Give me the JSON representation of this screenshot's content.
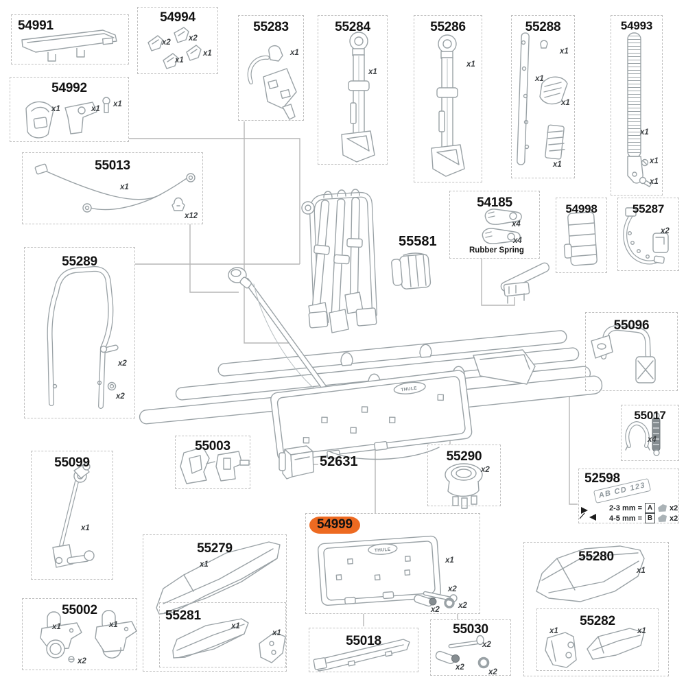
{
  "highlight_color": "#ed6a21",
  "logos": {
    "assembly_plate": "THULE",
    "part_plate": "THULE"
  },
  "floating": {
    "p52631": "52631",
    "p55581": "55581"
  },
  "boxes": [
    {
      "label": "54991",
      "qty": []
    },
    {
      "label": "54994",
      "qty": [
        "x2",
        "x2",
        "x1",
        "x1"
      ]
    },
    {
      "label": "54992",
      "qty": [
        "x1",
        "x1",
        "x1"
      ]
    },
    {
      "label": "55283",
      "qty": [
        "x1"
      ]
    },
    {
      "label": "55284",
      "qty": [
        "x1"
      ]
    },
    {
      "label": "55286",
      "qty": [
        "x1"
      ]
    },
    {
      "label": "55288",
      "qty": [
        "x1",
        "x1",
        "x1",
        "x1"
      ]
    },
    {
      "label": "54993",
      "qty": [
        "x1",
        "x1",
        "x1"
      ]
    },
    {
      "label": "55013",
      "qty": [
        "x1",
        "x12"
      ]
    },
    {
      "label": "55289",
      "qty": [
        "x2",
        "x2"
      ]
    },
    {
      "label": "54185",
      "qty": [
        "x4",
        "x4"
      ],
      "note": "Rubber Spring"
    },
    {
      "label": "54998",
      "qty": []
    },
    {
      "label": "55287",
      "qty": [
        "x2"
      ]
    },
    {
      "label": "55096",
      "qty": []
    },
    {
      "label": "55017",
      "qty": [
        "x4"
      ]
    },
    {
      "label": "52598",
      "qty": [],
      "plate_text": "AB CD 123",
      "rows": [
        {
          "range": "2-3 mm =",
          "letter": "A",
          "qty": "x2"
        },
        {
          "range": "4-5 mm =",
          "letter": "B",
          "qty": "x2"
        }
      ]
    },
    {
      "label": "55290",
      "qty": [
        "x2"
      ]
    },
    {
      "label": "55099",
      "qty": [
        "x1"
      ]
    },
    {
      "label": "55003",
      "qty": []
    },
    {
      "label": "54999",
      "qty": [
        "x1",
        "x2",
        "x2",
        "x2"
      ],
      "highlighted": true
    },
    {
      "label": "55279",
      "qty": [
        "x1"
      ]
    },
    {
      "label": "55281",
      "qty": [
        "x1",
        "x1"
      ]
    },
    {
      "label": "55002",
      "qty": [
        "x1",
        "x1",
        "x2"
      ]
    },
    {
      "label": "55018",
      "qty": []
    },
    {
      "label": "55030",
      "qty": [
        "x2",
        "x2",
        "x2"
      ]
    },
    {
      "label": "55280",
      "qty": [
        "x1"
      ]
    },
    {
      "label": "55282",
      "qty": [
        "x1",
        "x1"
      ]
    }
  ]
}
